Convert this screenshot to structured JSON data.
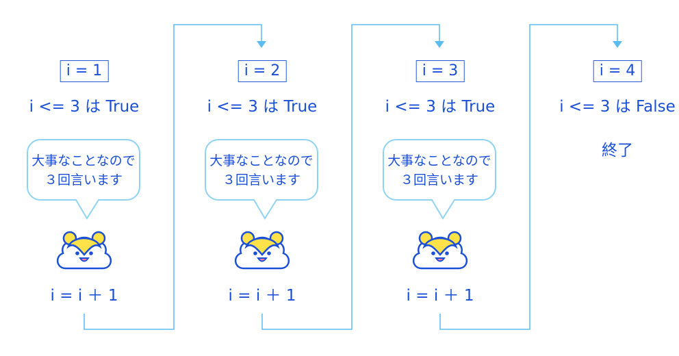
{
  "colors": {
    "text": "#1a4fd8",
    "arrow": "#5bbcf0",
    "bubble_stroke": "#8fd3f4",
    "hamster_yellow": "#ffe14a"
  },
  "columns": [
    {
      "label": "i = 1",
      "condition": "i <= 3 は True",
      "bubble": [
        "大事なことなので",
        "３回言います"
      ],
      "increment": "i = i ＋ 1"
    },
    {
      "label": "i = 2",
      "condition": "i <= 3 は True",
      "bubble": [
        "大事なことなので",
        "３回言います"
      ],
      "increment": "i = i ＋ 1"
    },
    {
      "label": "i = 3",
      "condition": "i <= 3 は True",
      "bubble": [
        "大事なことなので",
        "３回言います"
      ],
      "increment": "i = i ＋ 1"
    },
    {
      "label": "i = 4",
      "condition": "i <= 3 は False",
      "end": "終了"
    }
  ]
}
